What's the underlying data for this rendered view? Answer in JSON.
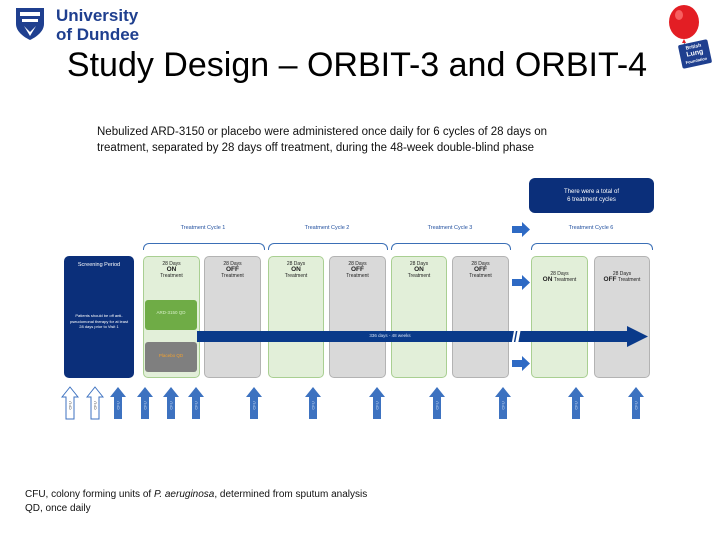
{
  "logo": {
    "line1": "University",
    "line2": "of Dundee"
  },
  "sponsor": {
    "line1": "British",
    "line2": "Lung",
    "line3": "Foundation"
  },
  "title": "Study Design – ORBIT-3 and ORBIT-4",
  "intro": {
    "line1": "Nebulized ARD-3150 or placebo were administered once daily for 6 cycles of 28 days on",
    "line2": "treatment, separated by 28 days off treatment, during the 48-week double-blind phase"
  },
  "callout": {
    "line1": "There were a total of",
    "line2": "6 treatment cycles"
  },
  "cycles": [
    "Treatment Cycle 1",
    "Treatment Cycle 2",
    "Treatment Cycle 3",
    "Treatment Cycle 6"
  ],
  "screening": {
    "title": "Screening Period",
    "body": "Patients should be off anti-pseudomonal therapy for at least 28 days prior to Visit 1"
  },
  "blocks": {
    "days": "28 Days",
    "on": "ON",
    "off": "OFF",
    "treatment": "Treatment"
  },
  "arms": {
    "active": "ARD-3150 QD",
    "placebo": "Placebo QD"
  },
  "timeline": "336 days - 48 weeks",
  "cfu": "CFU",
  "footer": {
    "line1_pre": "CFU, colony forming units of ",
    "line1_italic": "P. aeruginosa",
    "line1_post": ", determined from sputum analysis",
    "line2": "QD, once daily"
  },
  "colors": {
    "brand": "#1f3f8f",
    "screening": "#0b2f7a",
    "arrow": "#0a3a8a",
    "on": "#e2efd9",
    "off": "#d9d9d9",
    "cfu_arrow": "#3d72c0"
  }
}
